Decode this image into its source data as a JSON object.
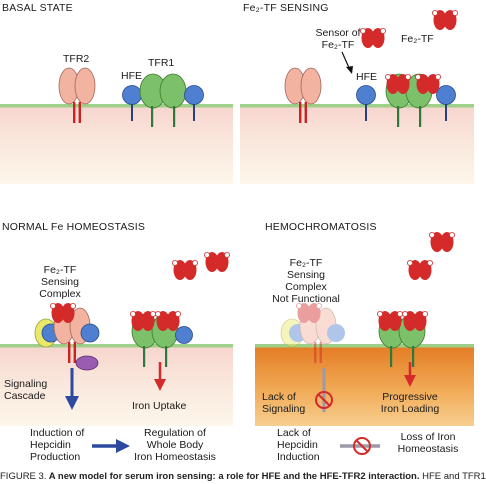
{
  "panels": {
    "basal": {
      "title": "BASAL STATE",
      "tfr2": "TFR2",
      "tfr1": "TFR1",
      "hfe": "HFE"
    },
    "sensing": {
      "title": "Fe₂-TF SENSING",
      "sensor_line1": "Sensor of",
      "sensor_line2": "Fe₂-TF",
      "hfe": "HFE",
      "fe2tf": "Fe₂-TF"
    },
    "normal": {
      "title": "NORMAL Fe HOMEOSTASIS",
      "complex_line1": "Fe₂-TF",
      "complex_line2": "Sensing",
      "complex_line3": "Complex",
      "signal_line1": "Signaling",
      "signal_line2": "Cascade",
      "uptake": "Iron Uptake",
      "induction_line1": "Induction of",
      "induction_line2": "Hepcidin",
      "induction_line3": "Production",
      "regulation_line1": "Regulation of",
      "regulation_line2": "Whole Body",
      "regulation_line3": "Iron Homeostasis"
    },
    "hemo": {
      "title": "HEMOCHROMATOSIS",
      "complex_line1": "Fe₂-TF",
      "complex_line2": "Sensing",
      "complex_line3": "Complex",
      "complex_line4": "Not Functional",
      "lack_line1": "Lack of",
      "lack_line2": "Signaling",
      "progressive_line1": "Progressive",
      "progressive_line2": "Iron Loading",
      "lackhep_line1": "Lack of",
      "lackhep_line2": "Hepcidin",
      "lackhep_line3": "Induction",
      "loss_line1": "Loss of Iron",
      "loss_line2": "Homeostasis"
    }
  },
  "caption": {
    "prefix": "FIGURE 3.",
    "bold": " A new model for serum iron sensing: a role for HFE and the HFE-TFR2 interaction.",
    "rest": " HFE and TFR1"
  },
  "colors": {
    "tfr2": "#f2b3a0",
    "tfr1": "#7cc06a",
    "hfe": "#4f7fd0",
    "fe_tf": "#d42a2a",
    "purple": "#9a5cb0",
    "yellow": "#e8e86a",
    "membrane": "#9fd08a",
    "arrow_blue": "#2c4aa0"
  }
}
